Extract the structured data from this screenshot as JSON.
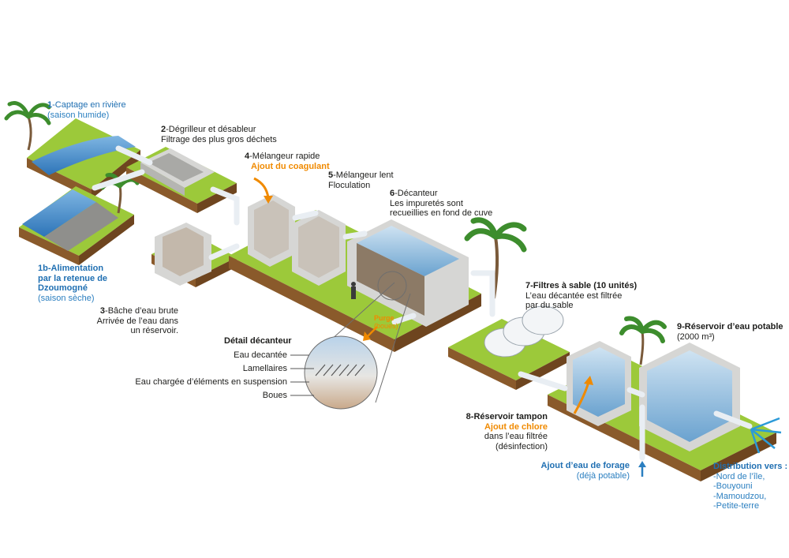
{
  "steps": {
    "s1": {
      "num": "1",
      "title": "-Captage en rivière",
      "sub": "(saison humide)"
    },
    "s1b": {
      "num": "1b",
      "title_lines": [
        "-Alimentation",
        "par la retenue de",
        "Dzoumogné"
      ],
      "sub": "(saison sèche)"
    },
    "s2": {
      "num": "2",
      "title": "-Dégrilleur et désableur",
      "sub": "Filtrage des plus gros déchets"
    },
    "s3": {
      "num": "3",
      "title": "-Bâche d’eau brute",
      "sub_lines": [
        "Arrivée de l’eau dans",
        "un réservoir."
      ]
    },
    "s4": {
      "num": "4",
      "title": "-Mélangeur rapide",
      "sub": "Ajout du coagulant"
    },
    "s5": {
      "num": "5",
      "title": "-Mélangeur lent",
      "sub": "Floculation"
    },
    "s6": {
      "num": "6",
      "title": "-Décanteur",
      "sub_lines": [
        "Les impuretés sont",
        "recueillies en fond de cuve"
      ]
    },
    "s7": {
      "num": "7",
      "title": "-Filtres à sable (10 unités)",
      "sub_lines": [
        "L’eau décantée est filtrée",
        "par du sable"
      ]
    },
    "s8": {
      "num": "8",
      "title": "-Réservoir tampon",
      "orange": "Ajout de chlore",
      "sub_lines": [
        "dans l’eau filtrée",
        "(désinfection)"
      ]
    },
    "s9": {
      "num": "9",
      "title": "-Réservoir d’eau potable",
      "sub": "(2000 m³)"
    }
  },
  "purge": {
    "title": "Purge",
    "sub": "(boues)"
  },
  "detail": {
    "title": "Détail décanteur",
    "items": [
      "Eau decantée",
      "Lamellaires",
      "Eau chargée d’éléments en suspension",
      "Boues"
    ]
  },
  "forage": {
    "title": "Ajout d’eau de forage",
    "sub": "(déjà potable)"
  },
  "distribution": {
    "title": "Distribution vers :",
    "items": [
      "-Nord de l’île,",
      "-Bouyouni",
      "-Mamoudzou,",
      "-Petite-terre"
    ]
  },
  "colors": {
    "grass": "#9cc93a",
    "grass_dark": "#7fae2a",
    "soil": "#8a5a2b",
    "concrete": "#d6d6d4",
    "concrete_dark": "#b5b5b2",
    "water": "#3f8fd0",
    "pipe": "#eef3f7",
    "accent_blue": "#1f6fb2",
    "accent_orange": "#f08a00"
  }
}
